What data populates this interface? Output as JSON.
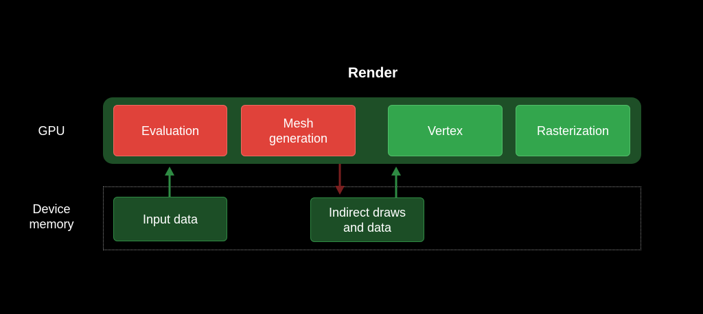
{
  "title": "Render",
  "row_labels": {
    "gpu": "GPU",
    "device_memory": "Device memory"
  },
  "gpu_stages": [
    {
      "label": "Evaluation",
      "color": "#e0423a"
    },
    {
      "label": "Mesh generation",
      "color": "#e0423a"
    },
    {
      "label": "Vertex",
      "color": "#33a64d"
    },
    {
      "label": "Rasterization",
      "color": "#33a64d"
    }
  ],
  "memory_items": [
    {
      "label": "Input data"
    },
    {
      "label": "Indirect draws and data"
    }
  ],
  "arrows": [
    {
      "from": "Input data",
      "to": "Evaluation",
      "color": "#2e8b43"
    },
    {
      "from": "Mesh generation",
      "to": "Indirect draws and data",
      "color": "#7a1f1f"
    },
    {
      "from": "Indirect draws and data",
      "to": "Vertex",
      "color": "#2e8b43"
    }
  ],
  "colors": {
    "background": "#000000",
    "gpu_panel": "#1e4f27",
    "memory_box": "#1c4e26"
  }
}
